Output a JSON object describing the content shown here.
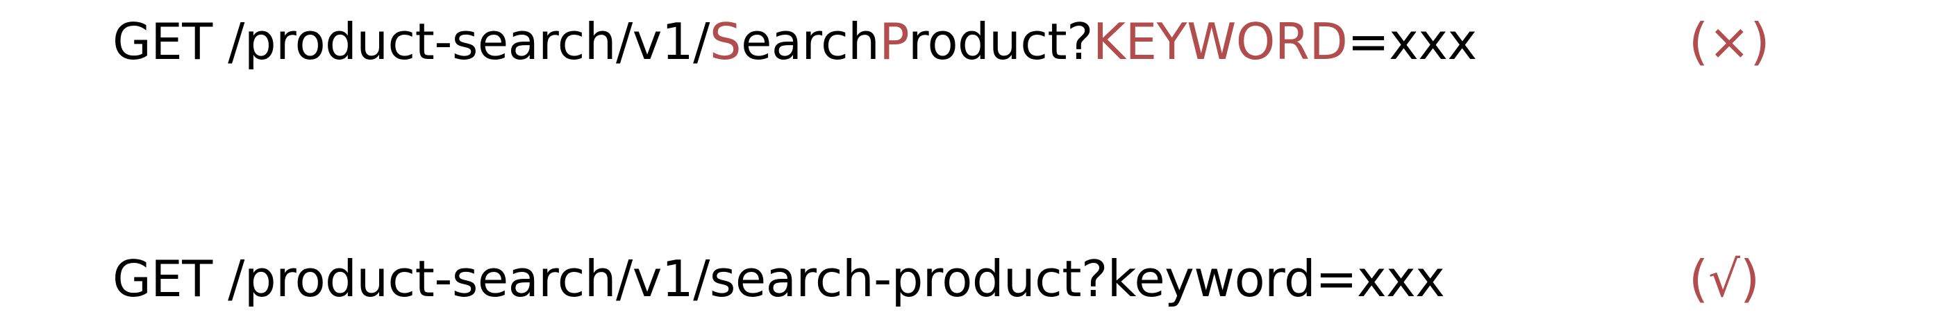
{
  "examples": [
    {
      "segments": [
        {
          "text": "GET /product-search/v1/",
          "highlight": false
        },
        {
          "text": "S",
          "highlight": true
        },
        {
          "text": "earch",
          "highlight": false
        },
        {
          "text": "P",
          "highlight": true
        },
        {
          "text": "roduct?",
          "highlight": false
        },
        {
          "text": "KEYWORD",
          "highlight": true
        },
        {
          "text": "=xxx",
          "highlight": false
        }
      ],
      "verdict": "(×)"
    },
    {
      "segments": [
        {
          "text": "GET /product-search/v1/search-product?keyword=xxx",
          "highlight": false
        }
      ],
      "verdict": "(√)"
    }
  ],
  "colors": {
    "text": "#000000",
    "highlight": "#b24d4d"
  }
}
